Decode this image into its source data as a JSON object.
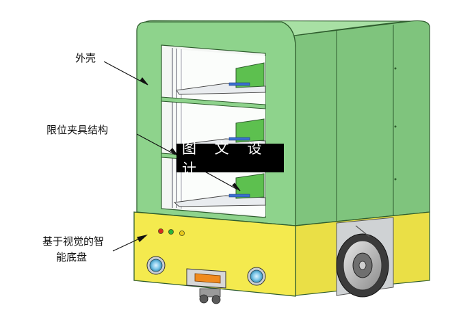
{
  "labels": {
    "shell": "外壳",
    "clamp": "限位夹具结构",
    "chassis_line1": "基于视觉的智",
    "chassis_line2": "能底盘"
  },
  "watermark": "图 文 设 计",
  "colors": {
    "body_green": "#8ed38c",
    "side_green": "#7fc47d",
    "base_yellow": "#f4ea4e",
    "shelf_green": "#5dc04f",
    "clip_blue": "#3a6fd0",
    "lamp_red": "#d62a1e",
    "lamp_green": "#29b33a",
    "lamp_yellow": "#e6c81c"
  }
}
